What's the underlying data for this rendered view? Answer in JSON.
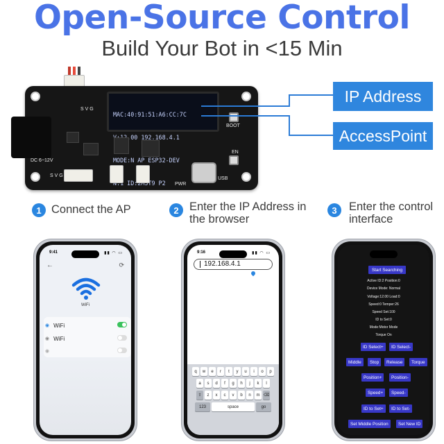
{
  "header": {
    "title": "Open-Source Control",
    "subtitle": "Build Your Bot in <15 Min"
  },
  "board": {
    "oled_lines": [
      "MAC:40:91:51:A6:CC:7C",
      "V:12.00 192.168.4.1",
      "MODE:N AP ESP32-DEV",
      "N:1 ID:2M3T9 P2"
    ],
    "silk": {
      "svg_top": "S V G",
      "svg_bottom": "S V G",
      "dc": "DC 6~12V",
      "boot": "BOOT",
      "en": "EN",
      "pwr": "PWR",
      "usb": "USB"
    }
  },
  "callouts": {
    "ip": "IP Address",
    "ap": "AccessPoint"
  },
  "steps": [
    {
      "num": "1",
      "text": "Connect the AP"
    },
    {
      "num": "2",
      "text": "Enter the IP Address in the browser"
    },
    {
      "num": "3",
      "text": "Enter the control interface"
    }
  ],
  "phone1": {
    "time": "9:41",
    "wifi_label": "WiFi",
    "rows": [
      {
        "label": "WiFi",
        "on": true
      },
      {
        "label": "WiFi",
        "on": false
      },
      {
        "label": "",
        "on": false
      }
    ]
  },
  "phone2": {
    "time": "9:16",
    "url": "192.168.4.1",
    "keyboard": {
      "row1": [
        "q",
        "w",
        "e",
        "r",
        "t",
        "y",
        "u",
        "i",
        "o",
        "p"
      ],
      "row2": [
        "a",
        "s",
        "d",
        "f",
        "g",
        "h",
        "j",
        "k",
        "l"
      ],
      "row3": [
        "⇧",
        "z",
        "x",
        "c",
        "v",
        "b",
        "n",
        "m",
        "⌫"
      ],
      "row4": [
        "123",
        "space",
        "go"
      ]
    }
  },
  "phone3": {
    "start": "Start Searching",
    "info": [
      "Active ID:2 Position:0",
      "Device Mode: Normal",
      "Voltage:12.00 Load:0",
      "Speed:0 Temper:26",
      "Speed Set:100",
      "ID to Set:0",
      "Mode:Motor Mode",
      "Torque On"
    ],
    "buttons": {
      "id_select_plus": "ID Select+",
      "id_select_minus": "ID Select-",
      "middle": "Middle",
      "stop": "Stop",
      "release": "Release",
      "torque": "Torque",
      "position_plus": "Position+",
      "position_minus": "Position-",
      "speed_plus": "Speed+",
      "speed_minus": "Speed-",
      "id_to_set_plus": "ID to Set+",
      "id_to_set_minus": "ID to Set-",
      "set_middle": "Set Middle Position",
      "set_new_id": "Set New ID"
    }
  },
  "colors": {
    "title": "#4a73e6",
    "accent": "#2f86de",
    "button": "#3838c8"
  }
}
